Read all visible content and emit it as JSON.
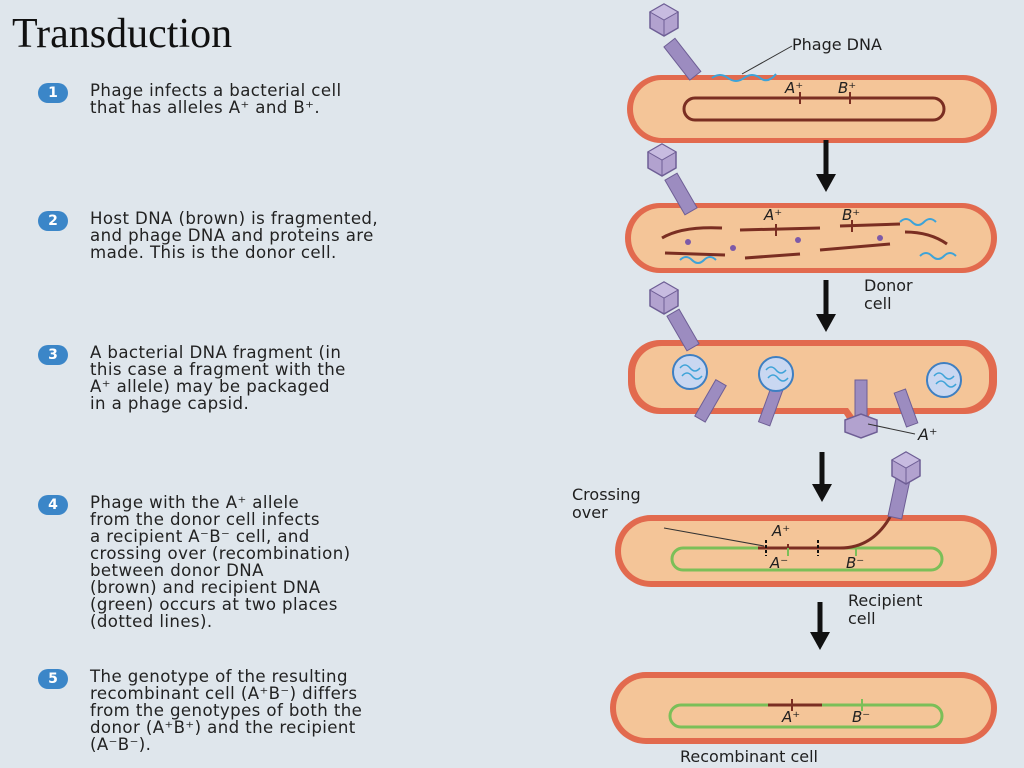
{
  "title": "Transduction",
  "steps": [
    {
      "num": "1",
      "lines": [
        "Phage infects a bacterial cell",
        "that has alleles A⁺ and B⁺."
      ]
    },
    {
      "num": "2",
      "lines": [
        "Host DNA (brown) is fragmented,",
        "and phage DNA and proteins are",
        "made. This is the donor cell."
      ]
    },
    {
      "num": "3",
      "lines": [
        "A bacterial DNA fragment (in",
        "this case a fragment with the",
        "A⁺ allele) may be packaged",
        "in a phage capsid."
      ]
    },
    {
      "num": "4",
      "lines": [
        "Phage with the A⁺ allele",
        "from the donor cell infects",
        "a recipient A⁻B⁻ cell, and",
        "crossing over (recombination)",
        "between donor DNA",
        "(brown) and recipient DNA",
        "(green) occurs at two places",
        "(dotted lines)."
      ]
    },
    {
      "num": "5",
      "lines": [
        "The genotype of the resulting",
        "recombinant cell (A⁺B⁻) differs",
        "from the genotypes of both the",
        "donor (A⁺B⁺) and the recipient",
        "(A⁻B⁻)."
      ]
    }
  ],
  "diagram": {
    "phage_dna_label": "Phage DNA",
    "donor_cell_label": [
      "Donor",
      "cell"
    ],
    "crossing_over_label": [
      "Crossing",
      "over"
    ],
    "recipient_cell_label": [
      "Recipient",
      "cell"
    ],
    "recombinant_cell_label": "Recombinant cell",
    "genes": {
      "a_plus": "A⁺",
      "b_plus": "B⁺",
      "a_minus": "A⁻",
      "b_minus": "B⁻"
    }
  },
  "colors": {
    "cell_fill": "#f4c598",
    "cell_wall": "#e26a4e",
    "host_dna": "#7a2e22",
    "recipient_dna": "#7bbf58",
    "phage_dna": "#3ea3d8",
    "phage": "#a896c6",
    "step_badge": "#3b86c8"
  }
}
